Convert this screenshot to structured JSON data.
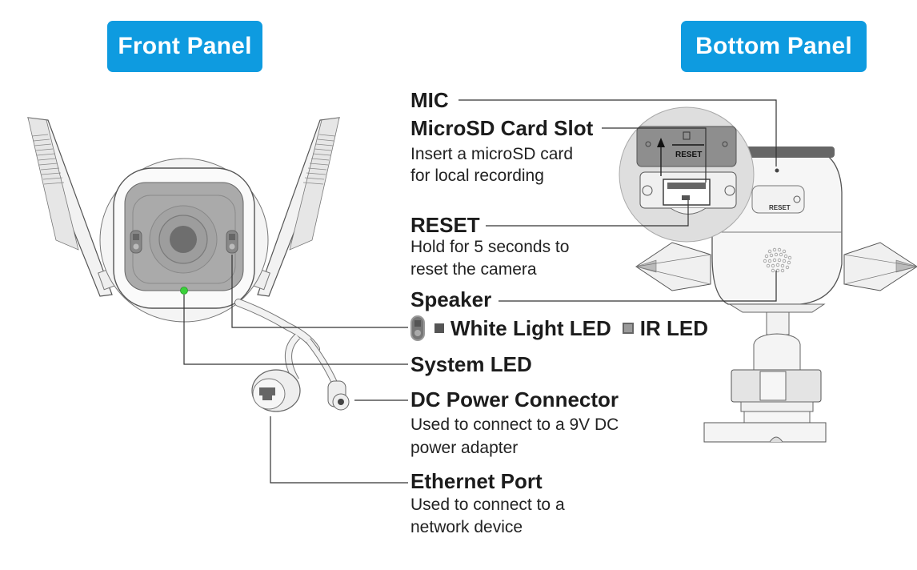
{
  "panels": {
    "front": "Front Panel",
    "bottom": "Bottom Panel"
  },
  "colors": {
    "badge": "#0e9be0",
    "system_led": "#3ad13a",
    "leader_line": "#333333"
  },
  "callouts": {
    "mic": {
      "title": "MIC"
    },
    "microsd": {
      "title": "MicroSD Card Slot",
      "desc": [
        "Insert a microSD card",
        "for local recording"
      ]
    },
    "reset": {
      "title": "RESET",
      "desc": [
        "Hold for 5 seconds to",
        "reset the camera"
      ]
    },
    "speaker": {
      "title": "Speaker"
    },
    "leds": {
      "white": "White Light LED",
      "ir": "IR LED"
    },
    "system_led": {
      "title": "System LED"
    },
    "dc_power": {
      "title": "DC Power Connector",
      "desc": [
        "Used to connect to a 9V DC",
        "power adapter"
      ]
    },
    "ethernet": {
      "title": "Ethernet Port",
      "desc": [
        "Used to connect to a",
        "network device"
      ]
    }
  },
  "device_labels": {
    "reset_zoom": "RESET",
    "reset_body": "RESET"
  }
}
